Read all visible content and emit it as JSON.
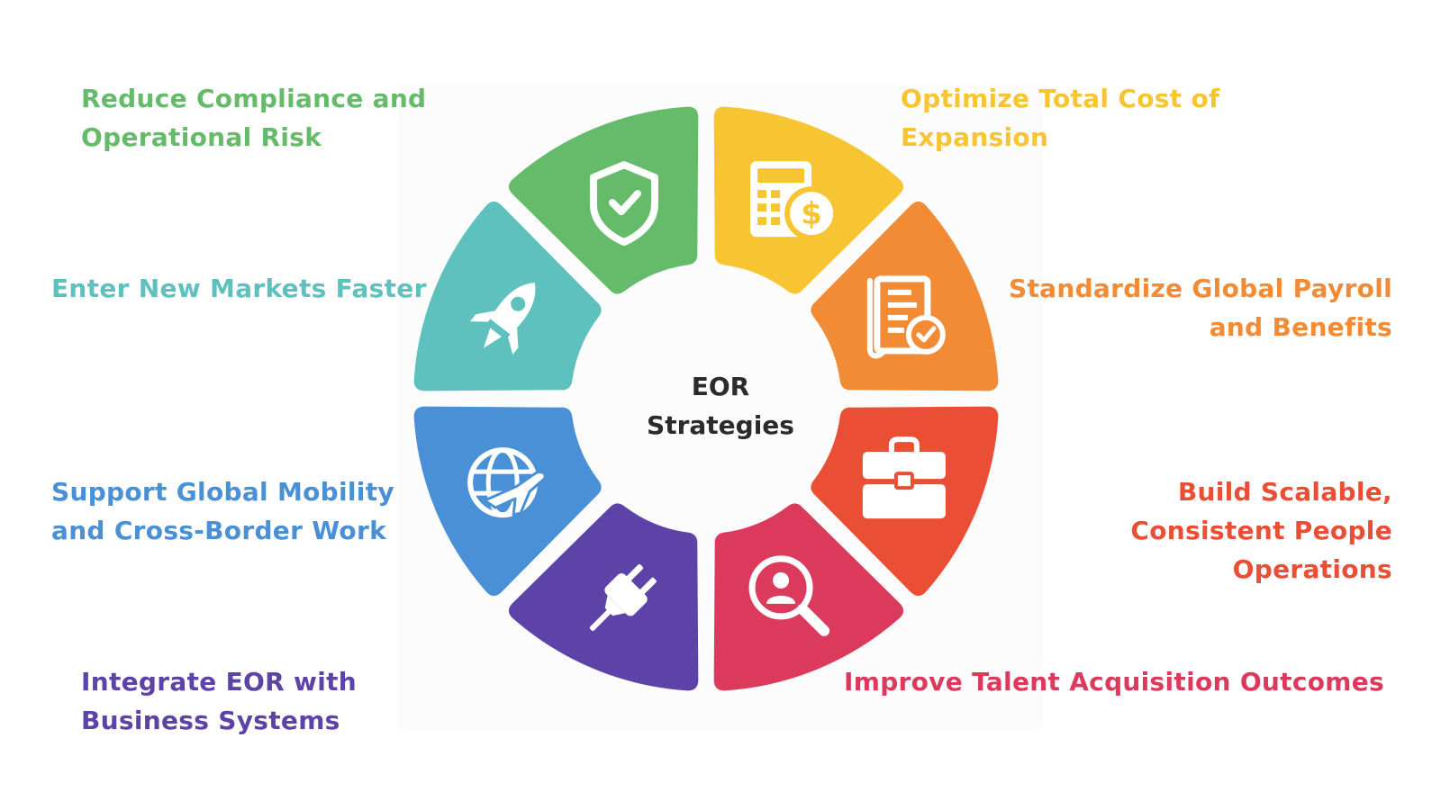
{
  "center": {
    "line1": "EOR",
    "line2": "Strategies"
  },
  "segments": [
    {
      "id": "compliance",
      "label": "Reduce Compliance and Operational Risk",
      "color": "#66bb6a",
      "icon": "shield-check-icon"
    },
    {
      "id": "cost",
      "label": "Optimize Total Cost of Expansion",
      "color": "#f6c531",
      "icon": "calculator-dollar-icon"
    },
    {
      "id": "payroll",
      "label": "Standardize Global Payroll and Benefits",
      "color": "#f28b35",
      "icon": "document-check-icon"
    },
    {
      "id": "operations",
      "label": "Build Scalable, Consistent People Operations",
      "color": "#ea4e35",
      "icon": "briefcase-icon"
    },
    {
      "id": "talent",
      "label": "Improve Talent Acquisition Outcomes",
      "color": "#dc3a5d",
      "icon": "magnifier-person-icon"
    },
    {
      "id": "integrate",
      "label": "Integrate EOR with Business Systems",
      "color": "#5d43a8",
      "icon": "plug-icon"
    },
    {
      "id": "mobility",
      "label": "Support Global Mobility and Cross-Border Work",
      "color": "#4a90d6",
      "icon": "globe-plane-icon"
    },
    {
      "id": "markets",
      "label": "Enter New Markets Faster",
      "color": "#5fc1bd",
      "icon": "rocket-icon"
    }
  ]
}
